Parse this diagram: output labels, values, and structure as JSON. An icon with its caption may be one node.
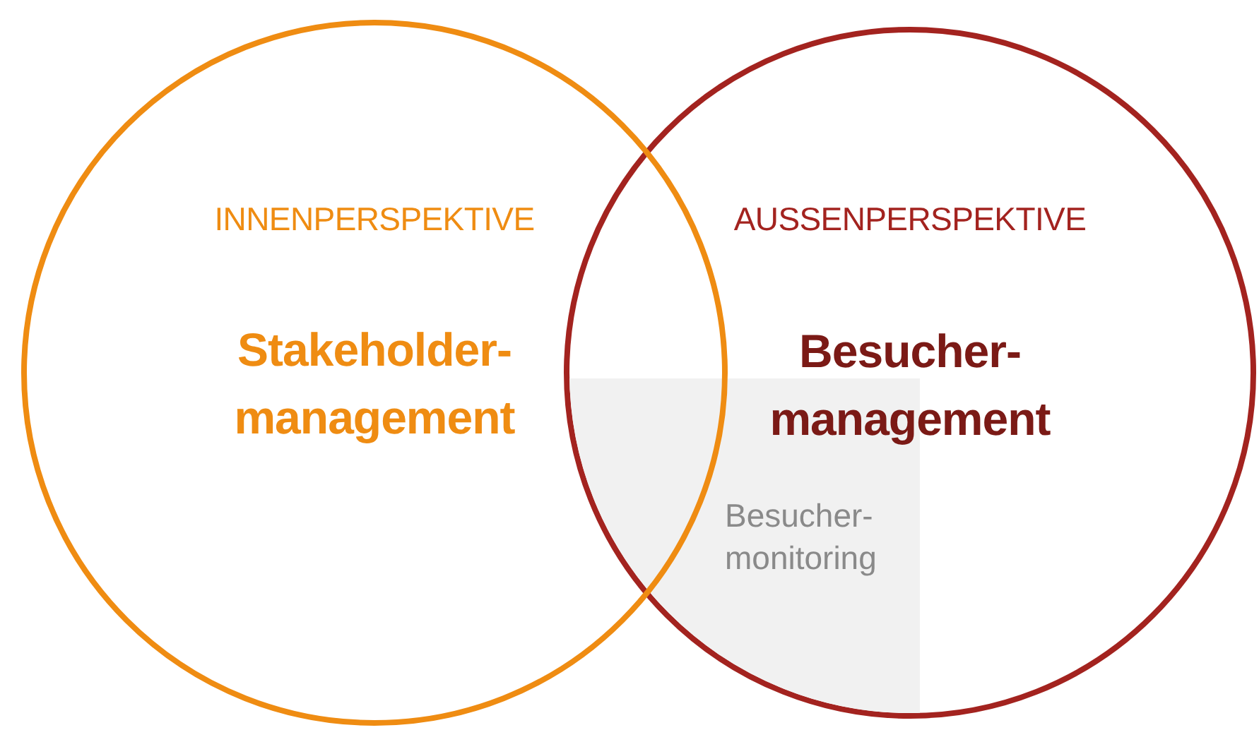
{
  "diagram": {
    "nodes": [
      {
        "text": [
          "INNENPERSPEKTIVE",
          "Stakeholder- management"
        ]
      },
      {
        "text": [
          "AUSSENPERSPEKTIVE",
          "Besucher- management"
        ]
      },
      {
        "text": [
          "Besucher- monitoring"
        ],
        "in": 1
      }
    ]
  }
}
